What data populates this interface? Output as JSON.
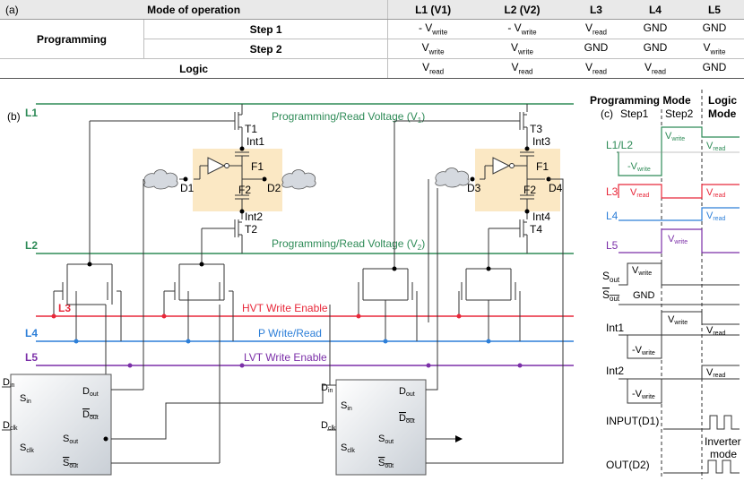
{
  "table": {
    "panel_label": "(a)",
    "headers": [
      "Mode of operation",
      "L1 (V1)",
      "L2 (V2)",
      "L3",
      "L4",
      "L5"
    ],
    "group_label": "Programming",
    "rows": [
      {
        "step": "Step 1",
        "cells": [
          [
            "- V",
            "write"
          ],
          [
            "- V",
            "write"
          ],
          [
            "V",
            "read"
          ],
          [
            "GND",
            ""
          ],
          [
            "GND",
            ""
          ]
        ]
      },
      {
        "step": "Step 2",
        "cells": [
          [
            "V",
            "write"
          ],
          [
            "V",
            "write"
          ],
          [
            "GND",
            ""
          ],
          [
            "GND",
            ""
          ],
          [
            "V",
            "write"
          ]
        ]
      },
      {
        "step": "Logic",
        "cells": [
          [
            "V",
            "read"
          ],
          [
            "V",
            "read"
          ],
          [
            "V",
            "read"
          ],
          [
            "V",
            "read"
          ],
          [
            "GND",
            ""
          ]
        ]
      }
    ]
  },
  "circuit": {
    "panel_label": "(b)",
    "line_labels": {
      "l1": "L1",
      "l2": "L2",
      "l3": "L3",
      "l4": "L4",
      "l5": "L5"
    },
    "line_texts": {
      "l1": "Programming/Read  Voltage (V",
      "l1_sub": "1",
      "l2": "Programming/Read  Voltage (V",
      "l2_sub": "2",
      "close": ")",
      "l3": "HVT Write Enable",
      "l4": "P Write/Read",
      "l5": "LVT Write Enable"
    },
    "colors": {
      "l1": "#2e8b57",
      "l2": "#2e8b57",
      "l3": "#e8283a",
      "l4": "#2d7fd8",
      "l5": "#7b2fa8",
      "cell_bg": "#fbe8c4"
    },
    "transistors": {
      "t1": "T1",
      "t2": "T2",
      "t3": "T3",
      "t4": "T4"
    },
    "ferro": {
      "f1": "F1",
      "f2": "F2"
    },
    "nodes": {
      "int1": "Int1",
      "int2": "Int2",
      "int3": "Int3",
      "int4": "Int4",
      "d1": "D1",
      "d2": "D2",
      "d3": "D3",
      "d4": "D4"
    },
    "flipflop": {
      "d": "D",
      "d_sub": "in",
      "s": "S",
      "s_in_sub": "in",
      "clk": "D",
      "clk_sub": "clk",
      "s_clk_sub": "clk",
      "out": "D",
      "out_sub": "out",
      "s_out_sub": "out"
    }
  },
  "timing": {
    "panel_label": "(c)",
    "mode_prog": "Programming Mode",
    "mode_logic": "Logic",
    "mode_logic2": "Mode",
    "step1": "Step1",
    "step2": "Step2",
    "signals": {
      "l1l2": "L1/L2",
      "l3": "L3",
      "l4": "L4",
      "l5": "L5",
      "int1": "Int1",
      "int2": "Int2",
      "input": "INPUT(D1)",
      "out": "OUT(D2)"
    },
    "sout_s": "S",
    "sout_sub": "out",
    "gnd": "GND",
    "v": "V",
    "neg_v": "-V",
    "write": "write",
    "read": "read",
    "inverter_mode": "Inverter",
    "inverter_mode2": "mode"
  }
}
